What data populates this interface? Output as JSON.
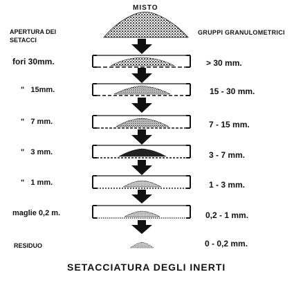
{
  "header": {
    "top_label": "MISTO",
    "left_heading": "APERTURA DEI SETACCI",
    "right_heading": "GRUPPI GRANULOMETRICI"
  },
  "rows": [
    {
      "aperture": "fori 30mm.",
      "group": "> 30 mm."
    },
    {
      "aperture": "\"   15mm.",
      "group": "15 - 30 mm."
    },
    {
      "aperture": "\"   7 mm.",
      "group": "7 - 15 mm."
    },
    {
      "aperture": "\"   3 mm.",
      "group": "3 - 7 mm."
    },
    {
      "aperture": "\"   1 mm.",
      "group": "1 - 3 mm."
    },
    {
      "aperture": "maglie 0,2 m.",
      "group": "0,2 - 1 mm."
    }
  ],
  "residue": {
    "label": "RESIDUO",
    "group": "0 - 0,2 mm."
  },
  "title": "SETACCIATURA DEGLI INERTI",
  "icons": [
    "down-arrow-icon",
    "sieve-icon",
    "aggregate-pile-icon"
  ]
}
